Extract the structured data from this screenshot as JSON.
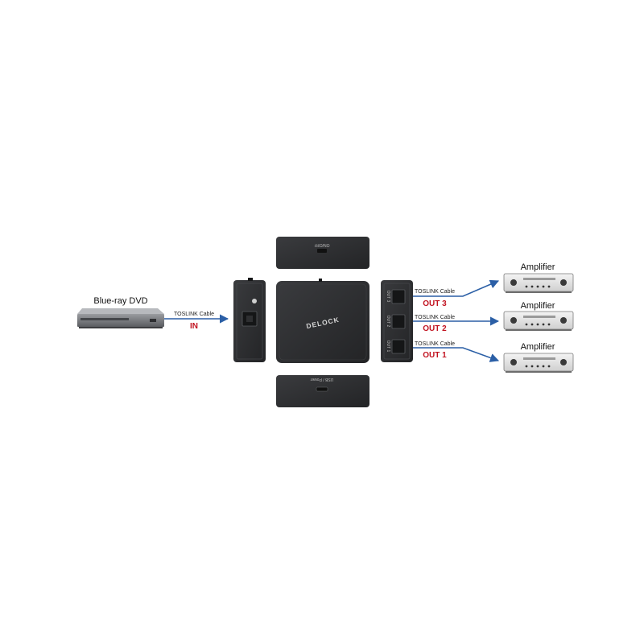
{
  "source": {
    "label": "Blue-ray DVD"
  },
  "input": {
    "cable_label": "TOSLINK Cable",
    "port_label": "IN"
  },
  "splitter": {
    "brand": "DELOCK",
    "top_side_label": "ON/OFF",
    "bottom_side_label": "USB / Power",
    "out_port_labels": [
      "OUT 3",
      "OUT 2",
      "OUT 1"
    ]
  },
  "outputs": [
    {
      "cable_label": "TOSLINK Cable",
      "port_label": "OUT 3",
      "device_label": "Amplifier"
    },
    {
      "cable_label": "TOSLINK Cable",
      "port_label": "OUT 2",
      "device_label": "Amplifier"
    },
    {
      "cable_label": "TOSLINK Cable",
      "port_label": "OUT 1",
      "device_label": "Amplifier"
    }
  ],
  "colors": {
    "cable": "#2b5fa6",
    "port_label": "#c1121f",
    "device_body": "#2b2c2e"
  },
  "icons": [
    "bluray-player-icon",
    "splitter-device-icon",
    "amplifier-icon",
    "arrow-icon"
  ]
}
